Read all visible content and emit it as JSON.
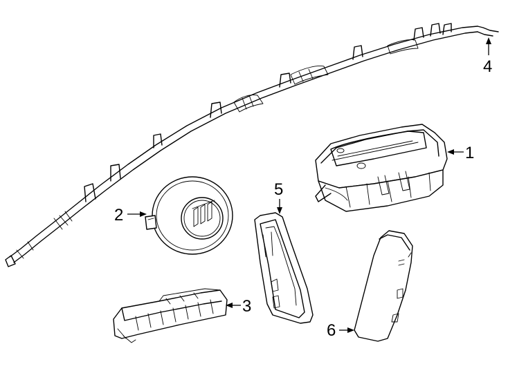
{
  "callouts": {
    "c1": "1",
    "c2": "2",
    "c3": "3",
    "c4": "4",
    "c5": "5",
    "c6": "6"
  },
  "parts": {
    "p1": "passenger-airbag-module",
    "p2": "steering-wheel-airbag",
    "p3": "knee-airbag-module",
    "p4": "roof-side-curtain-airbag",
    "p5": "seat-side-airbag",
    "p6": "side-airbag-module"
  },
  "icons": {
    "emblem": "tri-shield-emblem-icon"
  }
}
